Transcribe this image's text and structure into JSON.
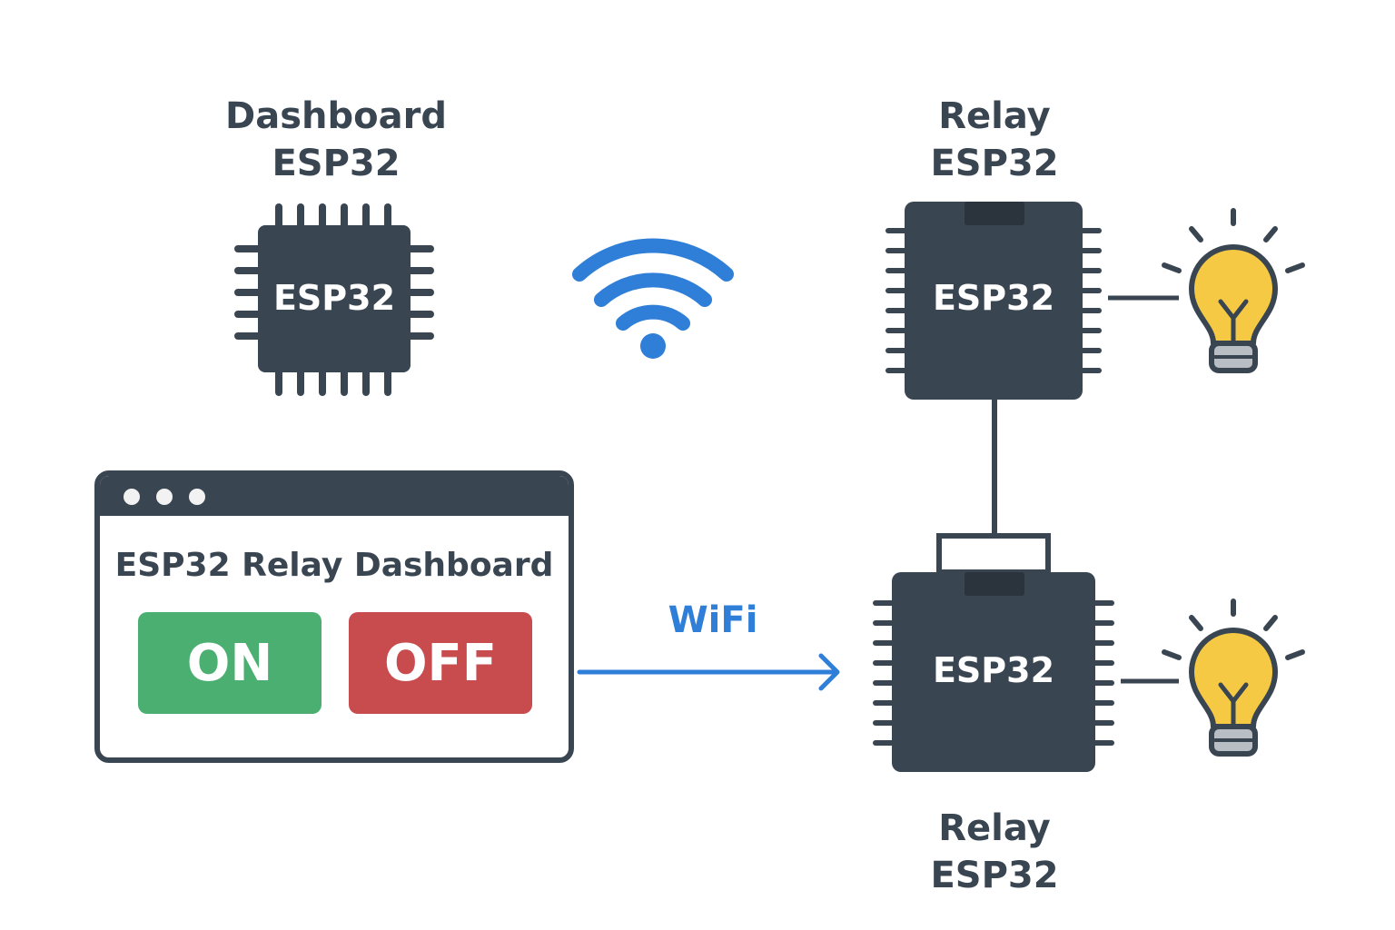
{
  "dashboard_device": {
    "title_line1": "Dashboard",
    "title_line2": "ESP32",
    "chip_label": "ESP32"
  },
  "relay_device_top": {
    "title_line1": "Relay",
    "title_line2": "ESP32",
    "chip_label": "ESP32"
  },
  "relay_device_bottom": {
    "title_line1": "Relay",
    "title_line2": "ESP32",
    "chip_label": "ESP32"
  },
  "dashboard_window": {
    "title": "ESP32 Relay Dashboard",
    "on_label": "ON",
    "off_label": "OFF"
  },
  "link": {
    "label": "WiFi"
  },
  "colors": {
    "chip": "#3a4552",
    "wifi_blue": "#2f7ed8",
    "on_green": "#4caf72",
    "off_red": "#c84b4e",
    "bulb_yellow": "#f6c945"
  },
  "icons": [
    "wifi-icon",
    "lightbulb-icon",
    "arrow-right-icon",
    "chip-icon"
  ]
}
